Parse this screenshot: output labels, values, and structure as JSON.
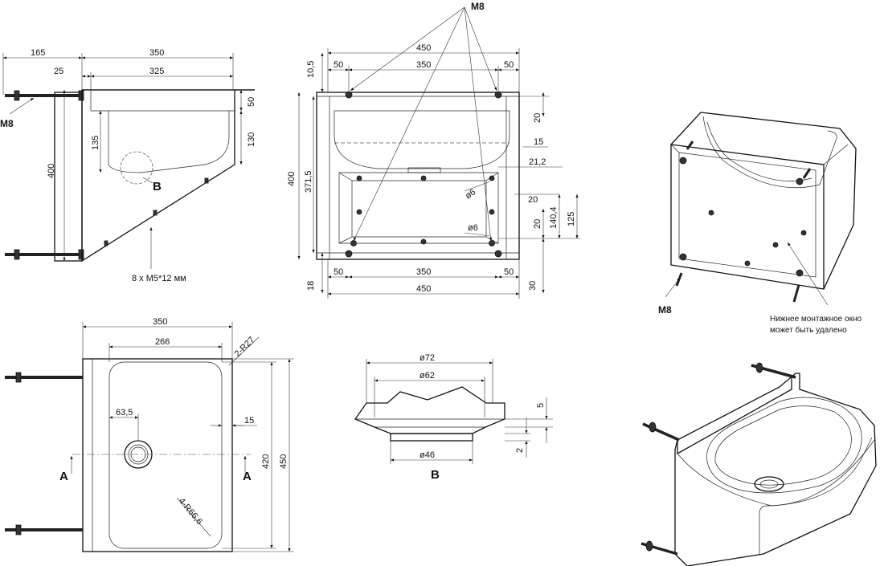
{
  "side_view": {
    "dims": {
      "d165": "165",
      "d350": "350",
      "d25": "25",
      "d325": "325",
      "d50": "50",
      "d130": "130",
      "d135": "135",
      "d400": "400"
    },
    "m8": "M8",
    "screws": "8 x M5*12 мм",
    "detail": "B"
  },
  "rear_view": {
    "m8": "M8",
    "dims": {
      "top450": "450",
      "top350": "350",
      "top50l": "50",
      "top50r": "50",
      "d105": "10,5",
      "d400": "400",
      "d3715": "371,5",
      "d18": "18",
      "d20a": "20",
      "d15": "15",
      "d212": "21,2",
      "phi6a": "ø6",
      "phi6b": "ø6",
      "d20b": "20",
      "d20c": "20",
      "d1404": "140,4",
      "d125": "125",
      "bot50l": "50",
      "bot350": "350",
      "bot50r": "50",
      "bot450": "450",
      "d30": "30"
    }
  },
  "top_view": {
    "dims": {
      "d350": "350",
      "d266": "266",
      "r27": "2-R27",
      "d635": "63,5",
      "d15": "15",
      "d420": "420",
      "d450": "450",
      "r666": "4-R66,6"
    },
    "section_a_left": "A",
    "section_a_right": "A"
  },
  "drain_detail": {
    "dims": {
      "phi72": "ø72",
      "phi62": "ø62",
      "phi46": "ø46",
      "d5": "5",
      "d2": "2"
    },
    "label": "B"
  },
  "iso_back": {
    "m8": "M8",
    "note_line1": "Нижнее монтажное окно",
    "note_line2": "может быть удалено"
  }
}
